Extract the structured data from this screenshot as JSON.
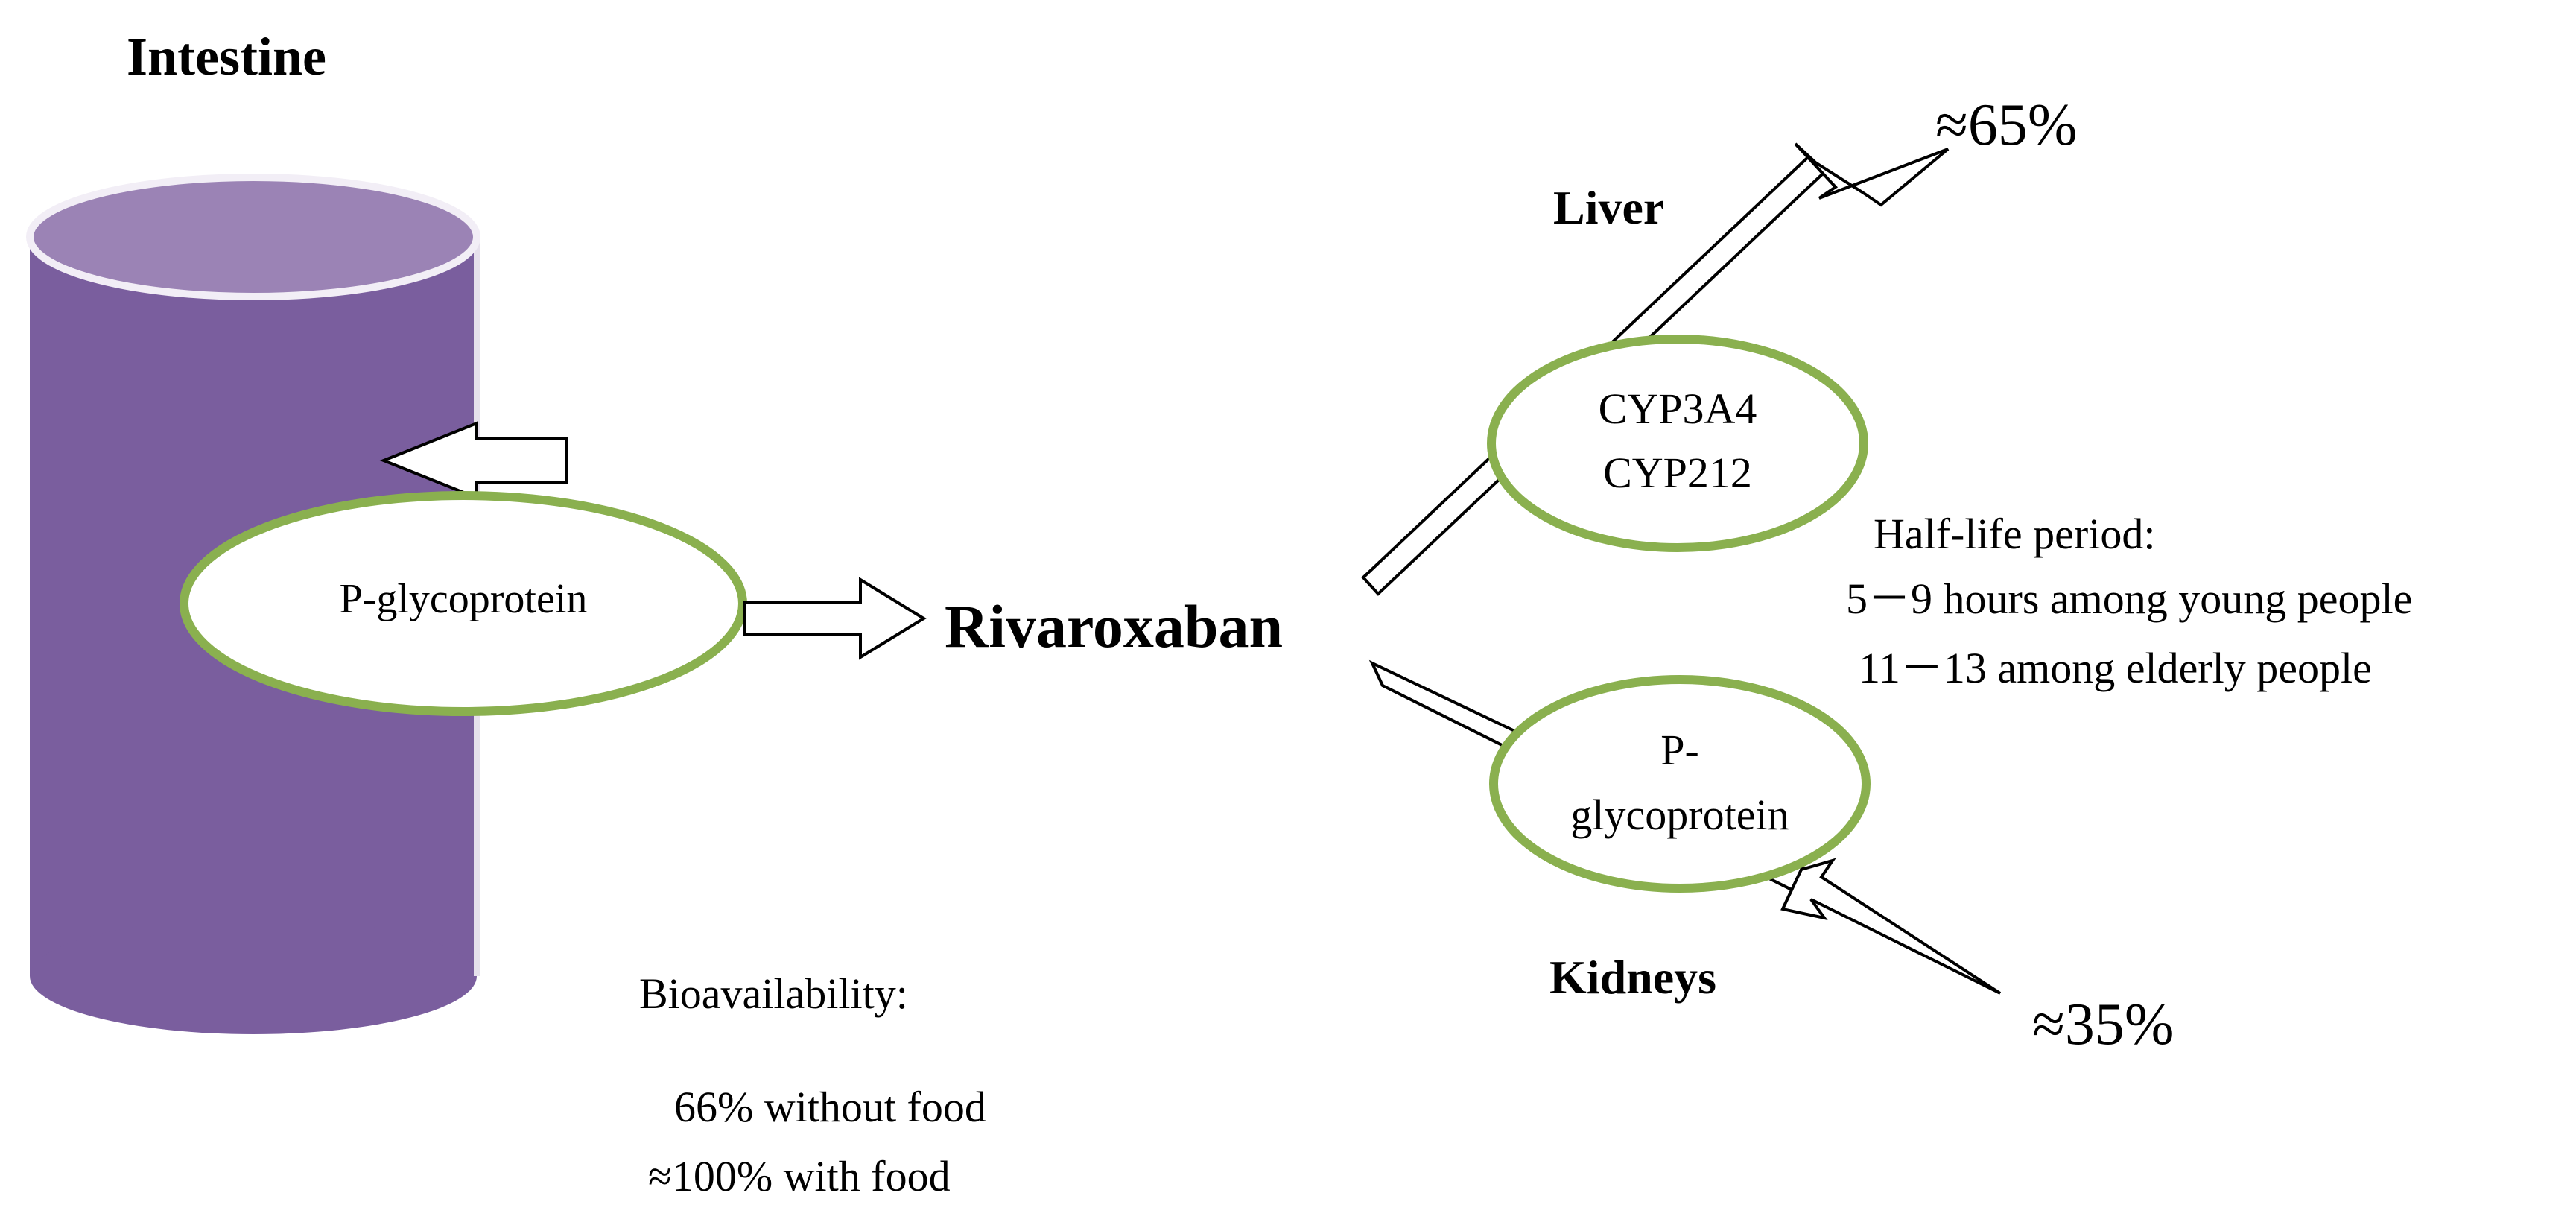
{
  "intestine": {
    "title": "Intestine",
    "transporter_label": "P-glycoprotein"
  },
  "drug": {
    "name": "Rivaroxaban"
  },
  "liver": {
    "title": "Liver",
    "enzyme_1": "CYP3A4",
    "enzyme_2": "CYP212",
    "percent": "≈65%"
  },
  "kidneys": {
    "title": "Kidneys",
    "transporter_line_1": "P-",
    "transporter_line_2": "glycoprotein",
    "percent": "≈35%"
  },
  "half_life": {
    "heading": "Half-life period:",
    "young": "5－9 hours among young people",
    "elderly": "11－13   among elderly people"
  },
  "bioavailability": {
    "heading": "Bioavailability:",
    "without_food": "66% without food",
    "with_food": "≈100% with food"
  },
  "colors": {
    "cylinder_body": "#7a5e9e",
    "cylinder_top": "#9b83b5",
    "ellipse_border": "#8ab04f",
    "arrow_fill": "#ffffff",
    "arrow_stroke": "#000000"
  }
}
